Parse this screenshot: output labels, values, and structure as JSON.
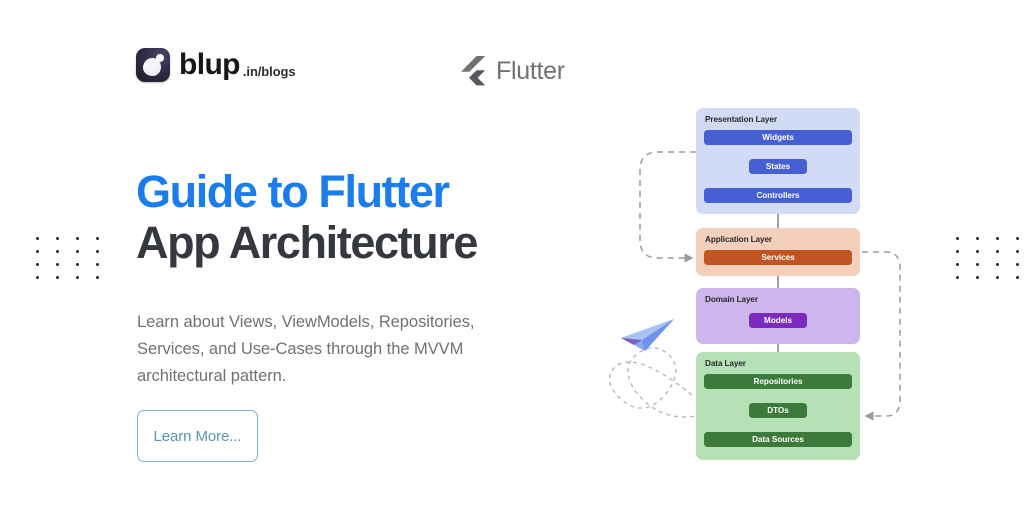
{
  "brand": {
    "icon": "blup-app-icon",
    "name": "blup",
    "suffix": ".in/blogs"
  },
  "partner": {
    "icon": "flutter-logo-icon",
    "name": "Flutter"
  },
  "hero": {
    "headline_line1": "Guide to Flutter",
    "headline_line2": "App Architecture",
    "headline_line1_color": "#1b7ced",
    "headline_line2_color": "#35383f",
    "subcopy": "Learn about Views, ViewModels, Repositories, Services, and Use-Cases through the MVVM architectural pattern.",
    "cta_label": "Learn More...",
    "cta_color": "#5b93b5"
  },
  "decor": {
    "dot_grid_rows": 4,
    "dot_grid_cols": 4,
    "paper_plane": "paper-plane-icon"
  },
  "diagram": {
    "layers": [
      {
        "title": "Presentation Layer",
        "bg": "#d2dbf6",
        "node_color": "#4660d4",
        "nodes": [
          "Widgets",
          "States",
          "Controllers"
        ]
      },
      {
        "title": "Application Layer",
        "bg": "#f4cfbb",
        "node_color": "#c25423",
        "nodes": [
          "Services"
        ]
      },
      {
        "title": "Domain Layer",
        "bg": "#ceb5ec",
        "node_color": "#7a2bbd",
        "nodes": [
          "Models"
        ]
      },
      {
        "title": "Data Layer",
        "bg": "#b6e0b6",
        "node_color": "#3c7a3c",
        "nodes": [
          "Repositories",
          "DTOs",
          "Data Sources"
        ]
      }
    ]
  }
}
